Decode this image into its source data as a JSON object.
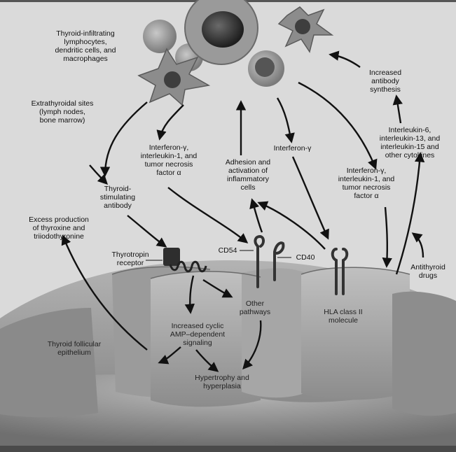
{
  "labels": {
    "immune_cells": "Thyroid-infiltrating\nlymphocytes,\ndendritic cells, and\nmacrophages",
    "extrathyroidal": "Extrathyroidal sites\n(lymph nodes,\nbone marrow)",
    "ifn_il1_tnf_left": "Interferon-γ,\ninterleukin-1, and\ntumor necrosis\nfactor α",
    "interferon_gamma": "Interferon-γ",
    "increased_antibody": "Increased\nantibody\nsynthesis",
    "interleukins": "Interleukin-6,\ninterleukin-13, and\ninterleukin-15 and\nother cytokines",
    "adhesion": "Adhesion and\nactivation of\ninflammatory\ncells",
    "ifn_il1_tnf_right": "Interferon-γ,\ninterleukin-1, and\ntumor necrosis\nfactor α",
    "tsab": "Thyroid-\nstimulating\nantibody",
    "excess_production": "Excess production\nof thyroxine and\ntriiodothyronine",
    "tsh_receptor": "Thyrotropin\nreceptor",
    "cd54": "CD54",
    "cd40": "CD40",
    "antithyroid": "Antithyroid\ndrugs",
    "other_pathways": "Other\npathways",
    "camp": "Increased cyclic\nAMP–dependent\nsignaling",
    "hla": "HLA class II\nmolecule",
    "follicular": "Thyroid follicular\nepithelium",
    "hypertrophy": "Hypertrophy and\nhyperplasia"
  },
  "colors": {
    "background": "#d9d9d9",
    "tissue": "#a3a3a3",
    "cell_dark": "#3a3a3a",
    "arrow": "#111111",
    "receptor": "#333333"
  }
}
